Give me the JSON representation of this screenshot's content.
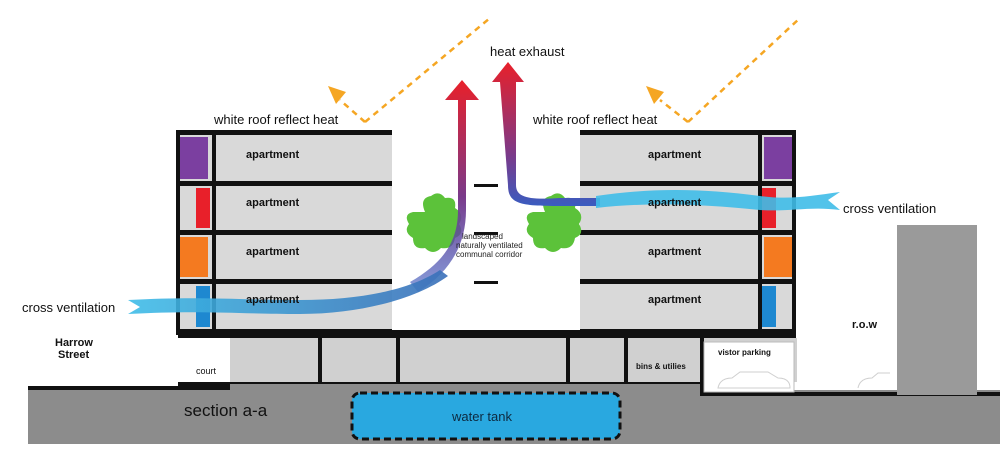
{
  "labels": {
    "heat_exhaust": "heat exhaust",
    "white_roof_left": "white roof reflect heat",
    "white_roof_right": "white roof reflect heat",
    "cross_ventilation_left": "cross ventilation",
    "cross_ventilation_right": "cross ventilation",
    "corridor_line1": "landscaped",
    "corridor_line2": "naturally ventilated",
    "corridor_line3": "communal corridor",
    "street_line1": "Harrow",
    "street_line2": "Street",
    "court": "court",
    "section": "section a-a",
    "water_tank": "water tank",
    "bins": "bins & utilies",
    "visitor_parking": "vistor parking",
    "row": "r.o.w"
  },
  "apartments_left": [
    "apartment",
    "apartment",
    "apartment",
    "apartment"
  ],
  "apartments_right": [
    "apartment",
    "apartment",
    "apartment",
    "apartment"
  ],
  "colors": {
    "building_fill": "#d9d9d9",
    "slab": "#111111",
    "ground": "#8c8c8c",
    "water": "#29a8e0",
    "airflow": "#3fbde8",
    "heat_top": "#e8202a",
    "heat_bottom": "#2b4aa0",
    "sun": "#f5a623",
    "tree": "#5cc23a",
    "panel_purple": "#7b3fa0",
    "panel_red": "#e8202a",
    "panel_orange": "#f47a20",
    "panel_blue": "#1e88d0"
  }
}
